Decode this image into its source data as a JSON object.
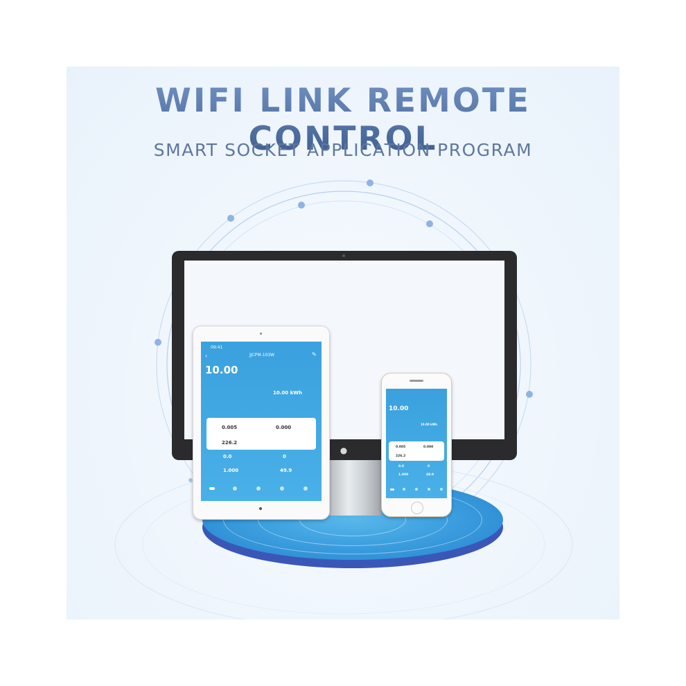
{
  "headline": "WIFI LINK REMOTE CONTROL",
  "subline": "SMART SOCKET APPLICATION PROGRAM",
  "colors": {
    "accent": "#3fa2e0",
    "title": "#4a6a9a",
    "subtitle": "#5e77a0"
  },
  "monitor_logo_icon": "apple-logo-icon",
  "tablet_app": {
    "time": "09:41",
    "title": "JJCPM-103W",
    "main_value": "10.00",
    "energy_value": "10.00 kWh",
    "card_values": [
      "0.005",
      "0.000",
      "226.2"
    ],
    "stat_values": [
      "0.0",
      "0",
      "1.000",
      "49.9"
    ]
  },
  "phone_app": {
    "main_value": "10.00",
    "energy_value": "10.00 kWh",
    "card_values": [
      "0.005",
      "0.000",
      "226.2"
    ],
    "stat_values": [
      "0.0",
      "0",
      "1.000",
      "49.9"
    ]
  }
}
